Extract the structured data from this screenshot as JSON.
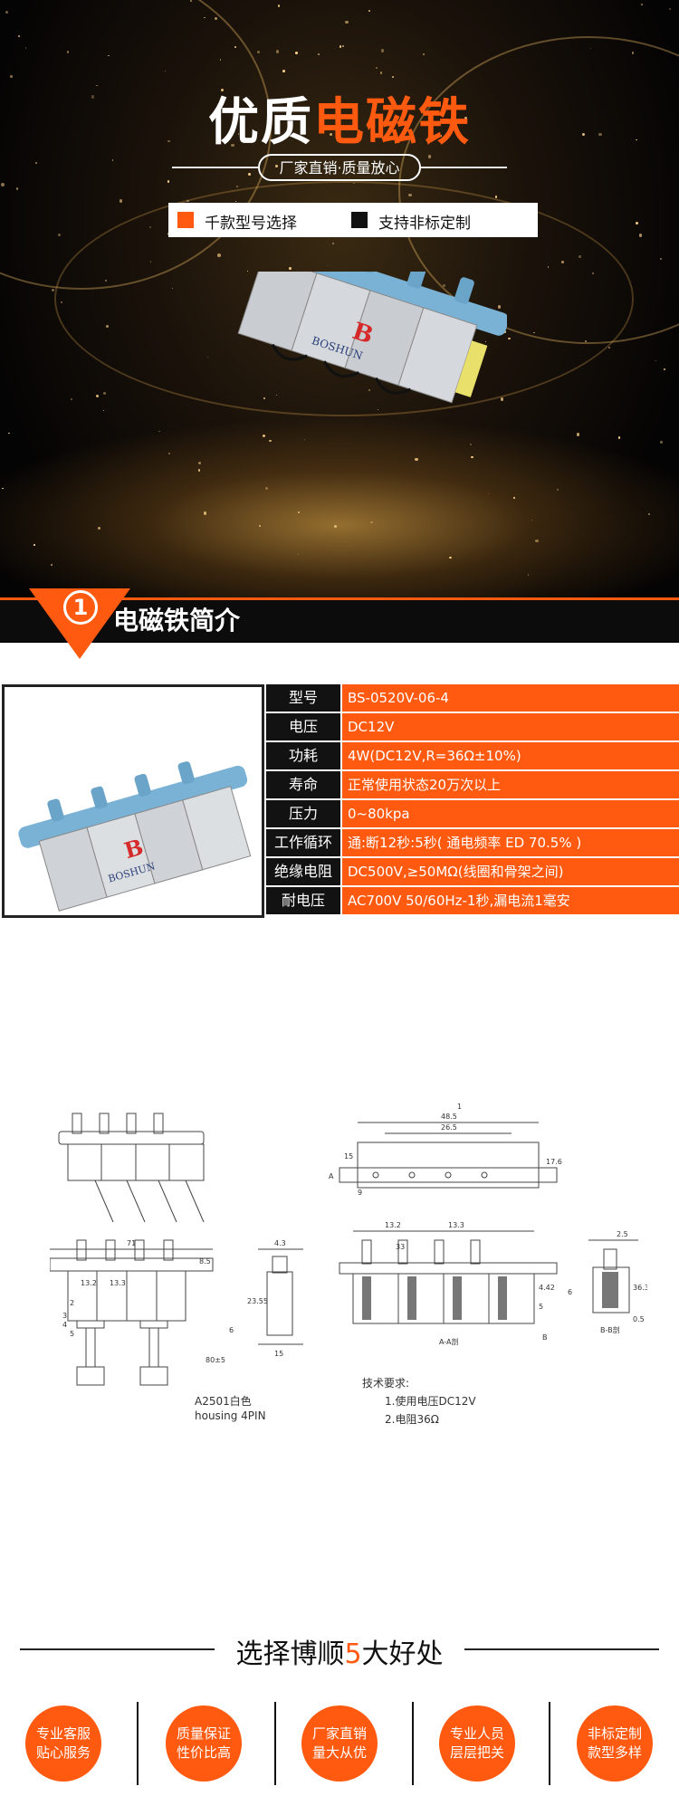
{
  "hero": {
    "title_white": "优质",
    "title_orange": "电磁铁",
    "slogan": "厂家直销·质量放心",
    "features": [
      {
        "label": "千款型号选择",
        "color": "#ff5a10"
      },
      {
        "label": "支持非标定制",
        "color": "#111111"
      }
    ],
    "brand_text": "BOSHUN"
  },
  "section": {
    "number": "1",
    "title": "电磁铁简介"
  },
  "specs": [
    {
      "label": "型号",
      "value": "BS-0520V-06-4"
    },
    {
      "label": "电压",
      "value": "DC12V"
    },
    {
      "label": "功耗",
      "value": "4W(DC12V,R=36Ω±10%)"
    },
    {
      "label": "寿命",
      "value": "正常使用状态20万次以上"
    },
    {
      "label": "压力",
      "value": "0~80kpa"
    },
    {
      "label": "工作循环",
      "value": "通:断12秒:5秒( 通电频率 ED 70.5% )"
    },
    {
      "label": "绝缘电阻",
      "value": "DC500V,≥50MΩ(线圈和骨架之间)"
    },
    {
      "label": "耐电压",
      "value": "AC700V 50/60Hz-1秒,漏电流1毫安"
    }
  ],
  "drawing": {
    "dims": [
      "71",
      "8.5",
      "13.2",
      "13.3",
      "23.55",
      "4.3",
      "15",
      "80±5",
      "48.5",
      "26.5",
      "15",
      "17.6",
      "13.2",
      "13.3",
      "33",
      "4.42",
      "5",
      "2.5",
      "36.3",
      "0.5",
      "6",
      "9",
      "1",
      "2",
      "3",
      "4",
      "5",
      "6",
      "A",
      "B"
    ],
    "section_a": "A-A剖",
    "section_b": "B-B剖",
    "connector_line1": "A2501白色",
    "connector_line2": "housing 4PIN",
    "req_title": "技术要求:",
    "req_1": "1.使用电压DC12V",
    "req_2": "2.电阻36Ω"
  },
  "advantages": {
    "title_a": "选择博顺",
    "title_n": "5",
    "title_b": "大好处",
    "items": [
      "专业客服贴心服务",
      "质量保证性价比高",
      "厂家直销量大从优",
      "专业人员层层把关",
      "非标定制款型多样"
    ]
  },
  "colors": {
    "accent": "#ff5a10",
    "dark": "#121212"
  }
}
